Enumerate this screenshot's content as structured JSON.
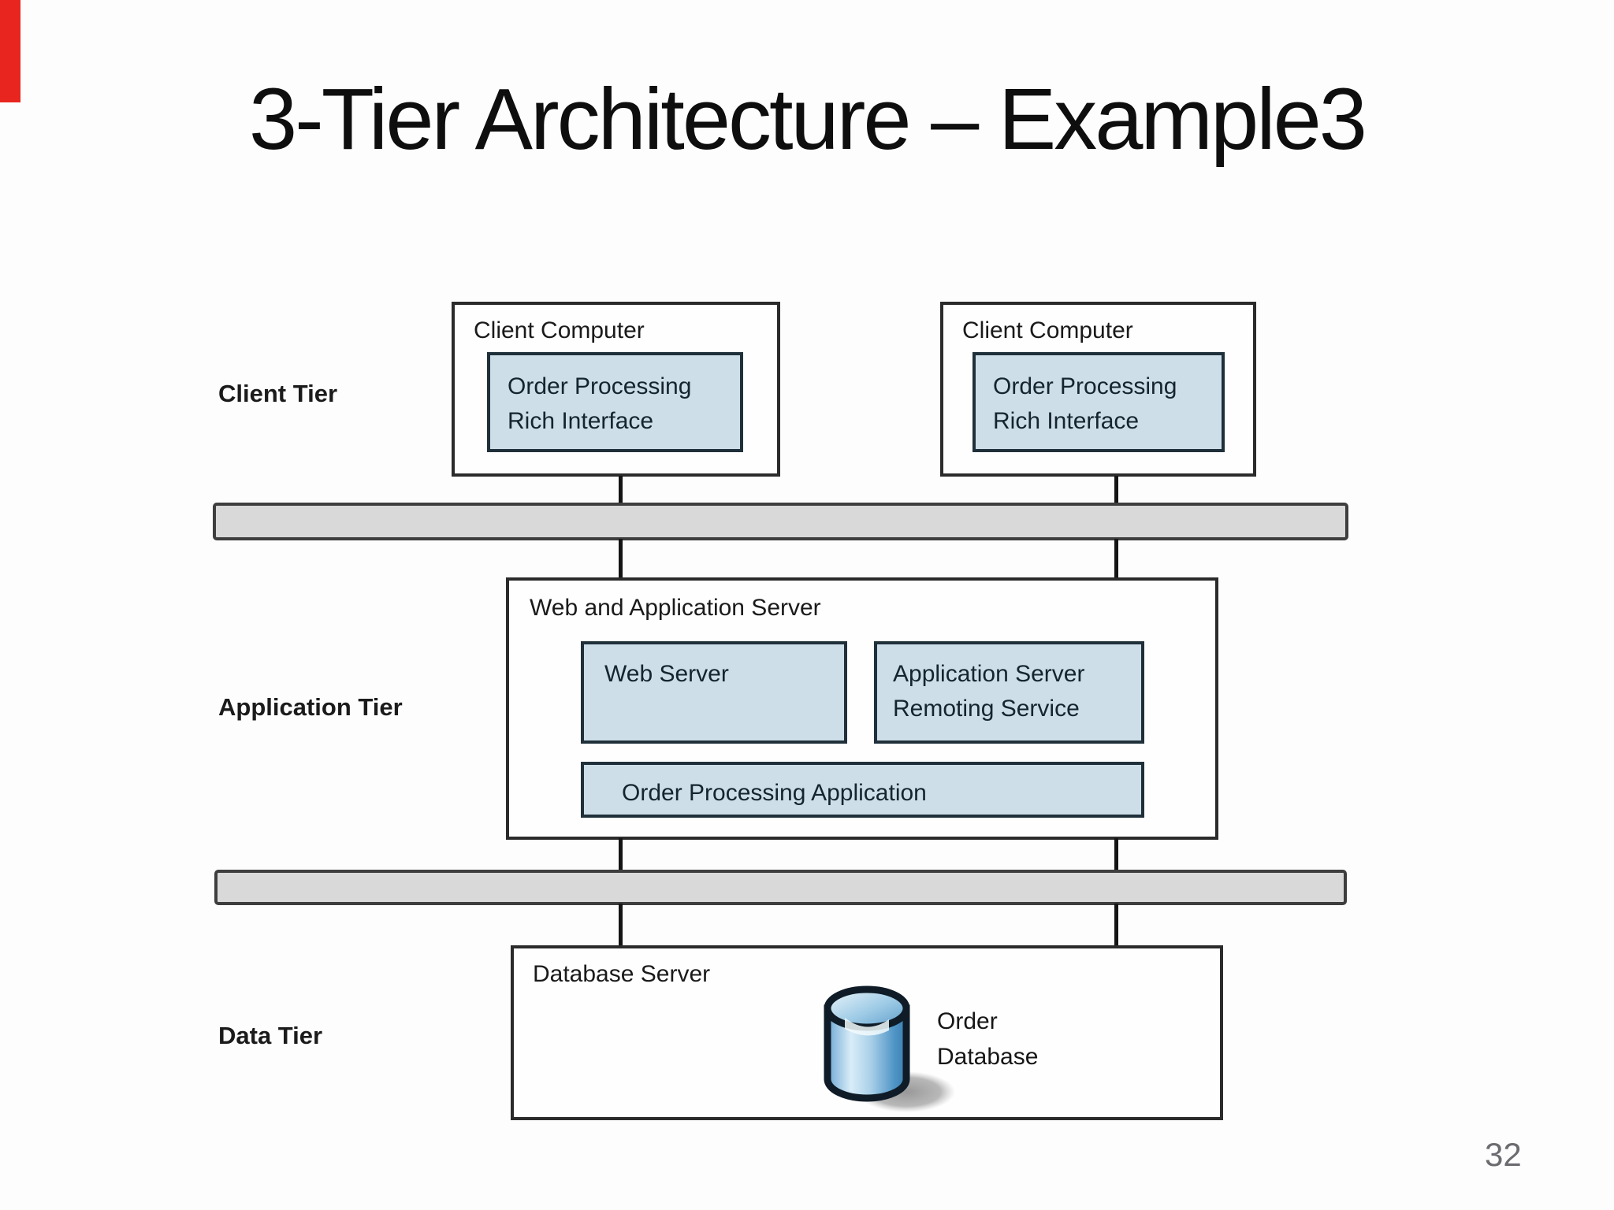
{
  "slide": {
    "title": "3-Tier Architecture – Example3",
    "page_number": "32"
  },
  "tiers": {
    "client": "Client Tier",
    "application": "Application Tier",
    "data": "Data Tier"
  },
  "diagram": {
    "client_computers": [
      {
        "title": "Client Computer",
        "lines": [
          "Order Processing",
          "Rich Interface"
        ]
      },
      {
        "title": "Client Computer",
        "lines": [
          "Order Processing",
          "Rich Interface"
        ]
      }
    ],
    "app_server": {
      "title": "Web and Application Server",
      "web_server_label": "Web Server",
      "app_server_lines": [
        "Application Server",
        "Remoting Service"
      ],
      "order_app_label": "Order Processing Application"
    },
    "db_server": {
      "title": "Database Server",
      "db_lines": [
        "Order",
        "Database"
      ],
      "icon": "database-cylinder-icon"
    },
    "colors": {
      "accent_bar": "#e8251f",
      "component_fill": "#cddee9",
      "component_border": "#20303a",
      "outer_border": "#2b2b2b",
      "bus_fill": "#d9d9d9",
      "bus_border": "#3e3e3e",
      "page_number": "#6b6b70"
    }
  }
}
